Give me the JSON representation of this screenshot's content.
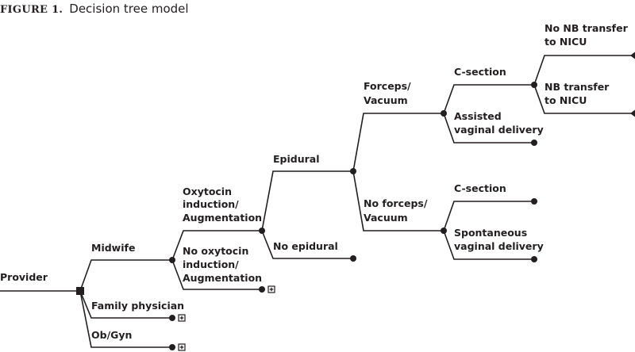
{
  "title": {
    "figure_label": "FIGURE 1.",
    "text": "Decision tree model"
  },
  "colors": {
    "ink": "#231f20"
  },
  "tree": {
    "root": "Provider",
    "provider": {
      "midwife": "Midwife",
      "family_physician": "Family physician",
      "obgyn": "Ob/Gyn"
    },
    "oxytocin": [
      "Oxytocin",
      "induction/",
      "Augmentation"
    ],
    "no_oxytocin": [
      "No oxytocin",
      "induction/",
      "Augmentation"
    ],
    "epidural": "Epidural",
    "no_epidural": "No epidural",
    "forceps": [
      "Forceps/",
      "Vacuum"
    ],
    "no_forceps": [
      "No forceps/",
      "Vacuum"
    ],
    "csection_a": "C-section",
    "assisted": [
      "Assisted",
      "vaginal delivery"
    ],
    "csection_b": "C-section",
    "spontaneous": [
      "Spontaneous",
      "vaginal delivery"
    ],
    "no_nb_transfer": [
      "No NB transfer",
      "to NICU"
    ],
    "nb_transfer": [
      "NB transfer",
      "to NICU"
    ]
  },
  "node_types": {
    "decision": "square",
    "chance": "circle",
    "terminal": "triangle",
    "collapsed": "plus-box"
  }
}
